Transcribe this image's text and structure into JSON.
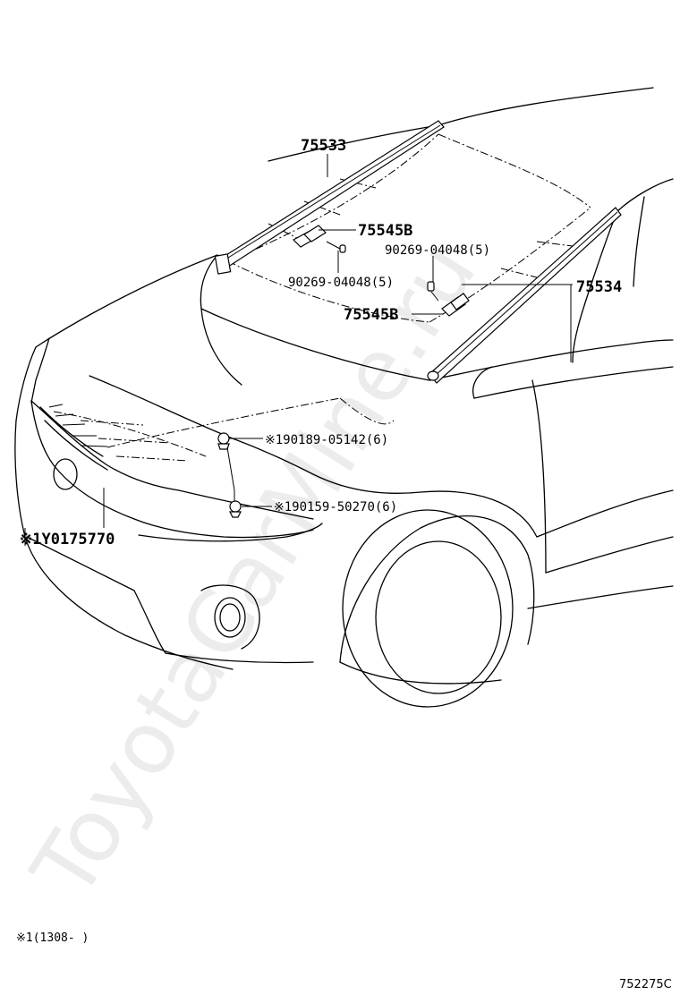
{
  "watermark": "ToyotaCarMine.ru",
  "callouts": {
    "weatherstrip_left": "75533",
    "retainer_upper": "75545B",
    "clip_right": "90269-04048(5)",
    "clip_left": "90269-04048(5)",
    "weatherstrip_right": "75534",
    "retainer_lower": "75545B",
    "clip_upper": "※190189-05142(6)",
    "clip_lower": "※190159-50270(6)",
    "emblem": "※1Y0175770"
  },
  "footnote": "※1(1308-    )",
  "figure_code": "752275C"
}
